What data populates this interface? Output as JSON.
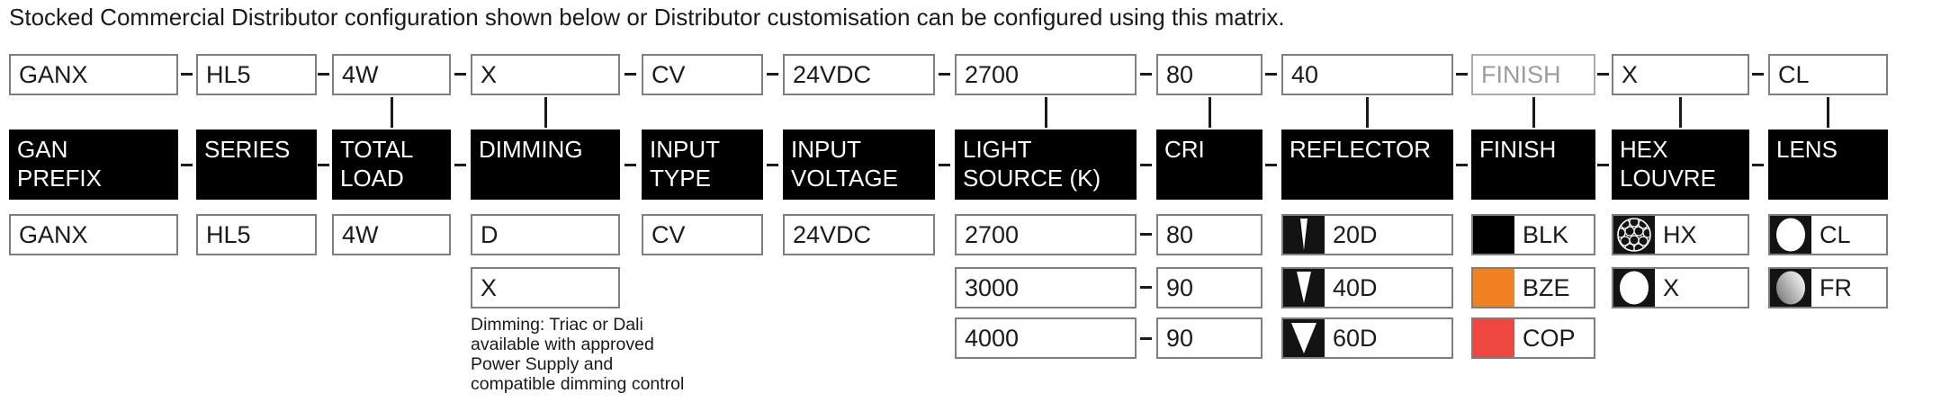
{
  "title": "Stocked Commercial Distributor configuration shown below or Distributor customisation can be configured using this matrix.",
  "columns": [
    {
      "code": "GANX",
      "label_lines": [
        "GAN",
        "PREFIX"
      ],
      "options": [
        {
          "text": "GANX"
        }
      ]
    },
    {
      "code": "HL5",
      "label_lines": [
        "SERIES"
      ],
      "options": [
        {
          "text": "HL5"
        }
      ]
    },
    {
      "code": "4W",
      "label_lines": [
        "TOTAL",
        "LOAD"
      ],
      "options": [
        {
          "text": "4W"
        }
      ]
    },
    {
      "code": "X",
      "label_lines": [
        "DIMMING"
      ],
      "options": [
        {
          "text": "D"
        },
        {
          "text": "X"
        }
      ]
    },
    {
      "code": "CV",
      "label_lines": [
        "INPUT",
        "TYPE"
      ],
      "options": [
        {
          "text": "CV"
        }
      ]
    },
    {
      "code": "24VDC",
      "label_lines": [
        "INPUT",
        "VOLTAGE"
      ],
      "options": [
        {
          "text": "24VDC"
        }
      ]
    },
    {
      "code": "2700",
      "label_lines": [
        "LIGHT",
        "SOURCE (K)"
      ],
      "options": [
        {
          "text": "2700"
        },
        {
          "text": "3000"
        },
        {
          "text": "4000"
        }
      ]
    },
    {
      "code": "80",
      "label_lines": [
        "CRI"
      ],
      "options": [
        {
          "text": "80"
        },
        {
          "text": "90"
        },
        {
          "text": "90"
        }
      ]
    },
    {
      "code": "40",
      "label_lines": [
        "REFLECTOR"
      ],
      "options": [
        {
          "text": "20D",
          "icon": "beam-narrow-icon"
        },
        {
          "text": "40D",
          "icon": "beam-medium-icon"
        },
        {
          "text": "60D",
          "icon": "beam-wide-icon"
        }
      ]
    },
    {
      "code": "FINISH",
      "label_lines": [
        "FINISH"
      ],
      "code_is_placeholder": true,
      "options": [
        {
          "text": "BLK",
          "swatch": "#000000"
        },
        {
          "text": "BZE",
          "swatch": "#F28122"
        },
        {
          "text": "COP",
          "swatch": "#EF4640"
        }
      ]
    },
    {
      "code": "X",
      "label_lines": [
        "HEX",
        "LOUVRE"
      ],
      "options": [
        {
          "text": "HX",
          "icon": "hex-louvre-icon"
        },
        {
          "text": "X",
          "icon": "open-circle-icon"
        }
      ]
    },
    {
      "code": "CL",
      "label_lines": [
        "LENS"
      ],
      "options": [
        {
          "text": "CL",
          "icon": "clear-lens-icon"
        },
        {
          "text": "FR",
          "icon": "frosted-lens-icon"
        }
      ]
    }
  ],
  "dimming_note_lines": [
    "Dimming: Triac or Dali",
    "available with approved",
    "Power Supply and",
    "compatible dimming control"
  ],
  "colors": {
    "finish_blk": "#000000",
    "finish_bze": "#F28122",
    "finish_cop": "#EF4640",
    "placeholder_text": "#9C9C9C"
  }
}
